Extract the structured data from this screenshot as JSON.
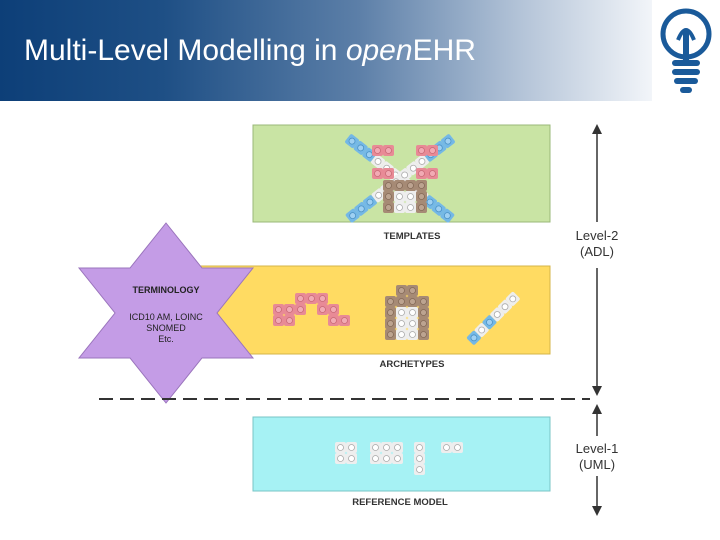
{
  "header": {
    "title_prefix": "Multi-Level Modelling in ",
    "title_italic": "open",
    "title_suffix": "EHR",
    "logo": "lightbulb-logo-icon"
  },
  "diagram": {
    "templates_label": "TEMPLATES",
    "archetypes_label": "ARCHETYPES",
    "reference_label": "REFERENCE MODEL",
    "terminology": {
      "title": "TERMINOLOGY",
      "line1": "ICD10 AM, LOINC",
      "line2": "SNOMED",
      "line3": "Etc."
    },
    "level2": {
      "line1": "Level-2",
      "line2": "(ADL)"
    },
    "level1": {
      "line1": "Level-1",
      "line2": "(UML)"
    }
  },
  "colors": {
    "header_dark": "#0d3f78",
    "templates_fill": "#c9e4a4",
    "archetypes_fill": "#ffdb62",
    "reference_fill": "#a6f2f4",
    "terminology_fill": "#c49ce6",
    "brick_pink": "#e88a96",
    "brick_brown": "#a68a75",
    "brick_white": "#eeeeee",
    "brick_blue": "#74b8e6",
    "logo_blue": "#1a5a9a"
  }
}
